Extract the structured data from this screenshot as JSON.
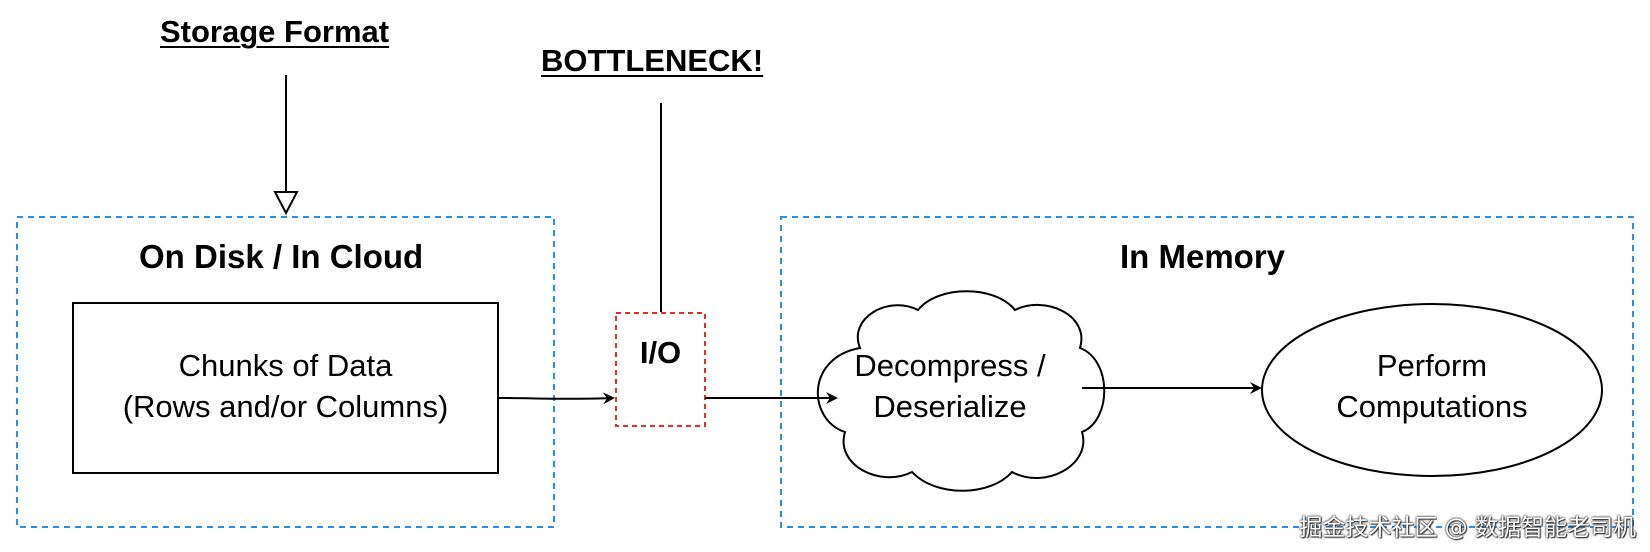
{
  "labels": {
    "storage_format": "Storage Format",
    "bottleneck": "BOTTLENECK!",
    "on_disk_title": "On Disk / In Cloud",
    "in_memory_title": "In Memory",
    "chunks_line1": "Chunks of Data",
    "chunks_line2": "(Rows and/or Columns)",
    "io": "I/O",
    "decompress_line1": "Decompress /",
    "decompress_line2": "Deserialize",
    "perform_line1": "Perform",
    "perform_line2": "Computations"
  },
  "watermark": "掘金技术社区 @ 数据智能老司机",
  "colors": {
    "region_border": "#2b8fe0",
    "io_border": "#e0302b",
    "stroke": "#000000"
  }
}
